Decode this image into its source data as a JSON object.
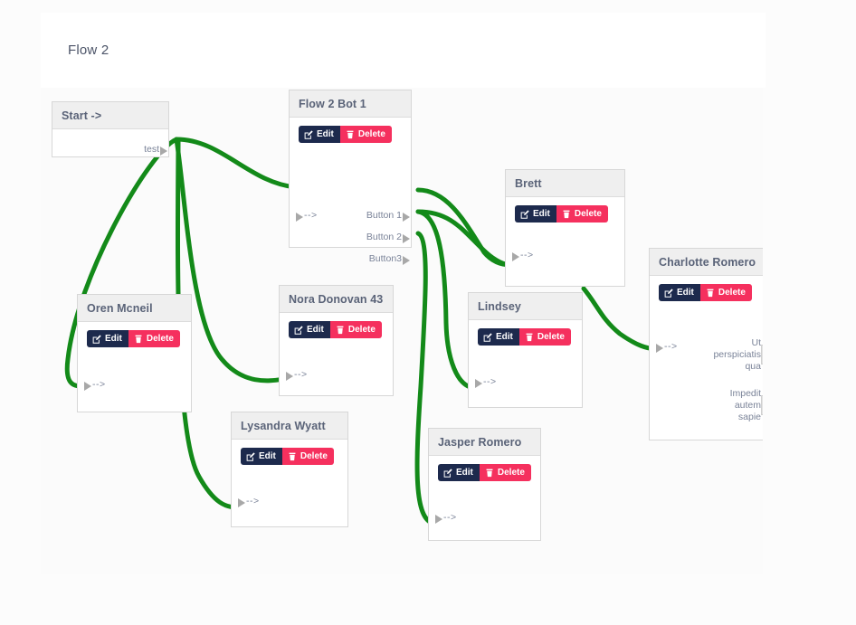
{
  "page": {
    "flow_title": "Flow 2"
  },
  "buttons": {
    "edit_label": "Edit",
    "delete_label": "Delete",
    "edit_icon": "pencil-square-icon",
    "delete_icon": "trash-icon",
    "edit_color": "#1d2a4d",
    "delete_color": "#f5305e"
  },
  "colors": {
    "edge": "#138a19",
    "node_header": "#efefef",
    "node_title_text": "#5a6378",
    "port_text": "#7a8398",
    "canvas_bg": "#fbfbfb",
    "page_bg": "#fcfcfc"
  },
  "nodes": [
    {
      "id": "start",
      "title": "Start ->",
      "has_actions": false,
      "inputs": [],
      "outputs": [
        "test"
      ]
    },
    {
      "id": "bot1",
      "title": "Flow 2 Bot 1",
      "has_actions": true,
      "inputs": [
        "-->"
      ],
      "outputs": [
        "Button 1",
        "Button 2",
        "Button3"
      ]
    },
    {
      "id": "brett",
      "title": "Brett",
      "has_actions": true,
      "inputs": [
        "-->"
      ],
      "outputs": []
    },
    {
      "id": "oren",
      "title": "Oren Mcneil",
      "has_actions": true,
      "inputs": [
        "-->"
      ],
      "outputs": []
    },
    {
      "id": "nora",
      "title": "Nora Donovan 43",
      "has_actions": true,
      "inputs": [
        "-->"
      ],
      "outputs": []
    },
    {
      "id": "lindsey",
      "title": "Lindsey",
      "has_actions": true,
      "inputs": [
        "-->"
      ],
      "outputs": []
    },
    {
      "id": "charlotte",
      "title": "Charlotte Romero",
      "has_actions": true,
      "inputs": [
        "-->"
      ],
      "outputs": [
        "Ut perspiciatis qua",
        "Impedit autem sapie"
      ]
    },
    {
      "id": "lysandra",
      "title": "Lysandra Wyatt",
      "has_actions": true,
      "inputs": [
        "-->"
      ],
      "outputs": []
    },
    {
      "id": "jasper",
      "title": "Jasper Romero",
      "has_actions": true,
      "inputs": [
        "-->"
      ],
      "outputs": []
    }
  ],
  "node_titles": {
    "start": "Start ->",
    "bot1": "Flow 2 Bot 1",
    "brett": "Brett",
    "oren": "Oren Mcneil",
    "nora": "Nora Donovan 43",
    "lindsey": "Lindsey",
    "charlotte": "Charlotte Romero",
    "lysandra": "Lysandra Wyatt",
    "jasper": "Jasper Romero"
  },
  "ports": {
    "in_arrow": "-->",
    "start_out": "test",
    "bot1_out_1": "Button 1",
    "bot1_out_2": "Button 2",
    "bot1_out_3": "Button3",
    "charlotte_out_1_line1": "Ut",
    "charlotte_out_1_line2": "perspiciatis",
    "charlotte_out_1_line3": "qua",
    "charlotte_out_2_line1": "Impedit",
    "charlotte_out_2_line2": "autem",
    "charlotte_out_2_line3": "sapie"
  },
  "edges": [
    {
      "from": "start.test",
      "to": "bot1.in"
    },
    {
      "from": "start.test",
      "to": "oren.in"
    },
    {
      "from": "start.test",
      "to": "nora.in"
    },
    {
      "from": "start.test",
      "to": "lysandra.in"
    },
    {
      "from": "bot1.Button 1",
      "to": "brett.in"
    },
    {
      "from": "bot1.Button 2",
      "to": "brett.in"
    },
    {
      "from": "bot1.Button 2",
      "to": "lindsey.in"
    },
    {
      "from": "bot1.Button3",
      "to": "jasper.in"
    },
    {
      "from": "brett.out",
      "to": "charlotte.in"
    }
  ]
}
